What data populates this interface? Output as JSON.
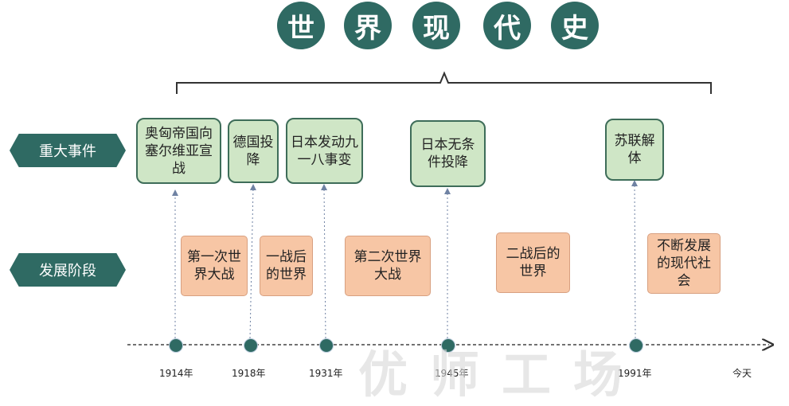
{
  "title_chars": [
    "世",
    "界",
    "现",
    "代",
    "史"
  ],
  "row_labels": {
    "events": "重大事件",
    "stages": "发展阶段"
  },
  "events": [
    "奥匈帝国向塞尔维亚宣战",
    "德国投降",
    "日本发动九一八事变",
    "日本无条件投降",
    "苏联解体"
  ],
  "stages": [
    "第一次世界大战",
    "一战后的世界",
    "第二次世界大战",
    "二战后的世界",
    "不断发展的现代社会"
  ],
  "years": [
    "1914年",
    "1918年",
    "1931年",
    "1945年",
    "1991年",
    "今天"
  ],
  "watermark": "优师工场",
  "colors": {
    "accent": "#2f6a63",
    "event_fill": "#cfe6c6",
    "stage_fill": "#f7c6a5"
  }
}
